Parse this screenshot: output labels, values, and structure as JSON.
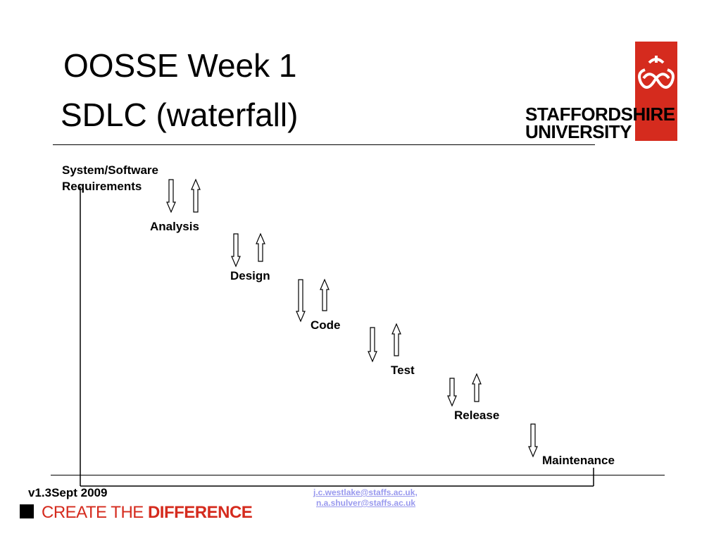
{
  "slide": {
    "title_line1": "OOSSE Week 1",
    "title_line2": "SDLC (waterfall)",
    "version": "v1.3Sept 2009",
    "contacts": [
      "j.c.westlake@staffs.ac.uk,",
      "n.a.shulver@staffs.ac.uk"
    ],
    "slogan_thin": "CREATE THE ",
    "slogan_bold": "DIFFERENCE"
  },
  "logo": {
    "line1": "STAFFORDSHIRE",
    "line2": "UNIVERSITY",
    "brand_color": "#d52b1e"
  },
  "diagram": {
    "stages": [
      "System/Software\nRequirements",
      "Analysis",
      "Design",
      "Code",
      "Test",
      "Release",
      "Maintenance"
    ]
  }
}
